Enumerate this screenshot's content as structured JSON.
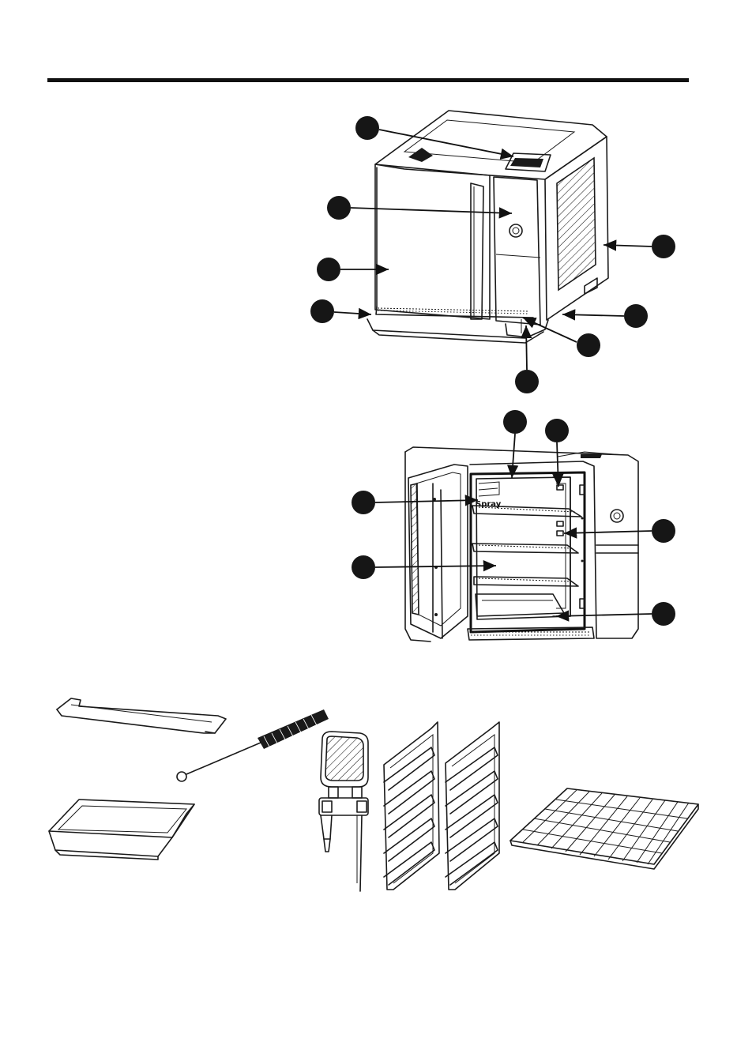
{
  "door_sticker_text": "Spray",
  "colors": {
    "ink": "#1a1a1a",
    "callout": "#161616",
    "paper": "#ffffff"
  },
  "callout_count": 16,
  "icons": [
    "callout-dot",
    "leader-arrow",
    "knob-icon",
    "control-panel-icon"
  ]
}
